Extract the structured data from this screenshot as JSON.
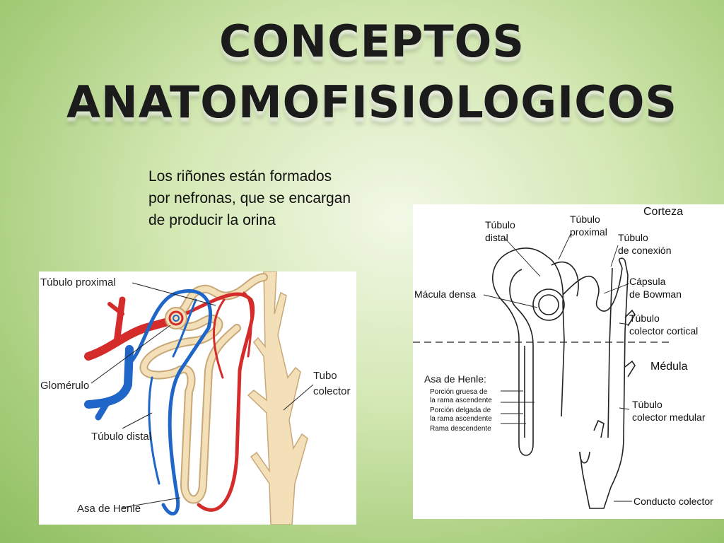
{
  "title": {
    "line1": "CONCEPTOS",
    "line2": "ANATOMOFISIOLOGICOS"
  },
  "intro": {
    "line1": "Los riñones están formados",
    "line2": "por nefronas, que se encargan",
    "line3": "de producir la orina"
  },
  "left_diagram": {
    "labels": {
      "tubulo_proximal": "Túbulo proximal",
      "glomerulo": "Glomérulo",
      "tubulo_distal": "Túbulo distal",
      "asa_de_henle": "Asa de Henle",
      "tubo": "Tubo",
      "colector": "colector"
    },
    "colors": {
      "artery": "#d42b2b",
      "vein": "#1f66c8",
      "tubule": "#f3dfb8",
      "tubule_edge": "#c8a878"
    }
  },
  "right_diagram": {
    "labels": {
      "corteza": "Corteza",
      "tubulo_distal_1": "Túbulo",
      "tubulo_distal_2": "distal",
      "tubulo_proximal_1": "Túbulo",
      "tubulo_proximal_2": "proximal",
      "tubulo_conexion_1": "Túbulo",
      "tubulo_conexion_2": "de conexión",
      "capsula_1": "Cápsula",
      "capsula_2": "de Bowman",
      "macula_densa": "Mácula densa",
      "colector_cortical_1": "Túbulo",
      "colector_cortical_2": "colector cortical",
      "medula": "Médula",
      "asa_de_henle": "Asa de Henle:",
      "porcion_gruesa_1": "Porción gruesa de",
      "porcion_gruesa_2": "la rama ascendente",
      "porcion_delgada_1": "Porción delgada de",
      "porcion_delgada_2": "la rama ascendente",
      "rama_descendente": "Rama descendente",
      "colector_medular_1": "Túbulo",
      "colector_medular_2": "colector medular",
      "conducto_colector": "Conducto colector"
    }
  }
}
